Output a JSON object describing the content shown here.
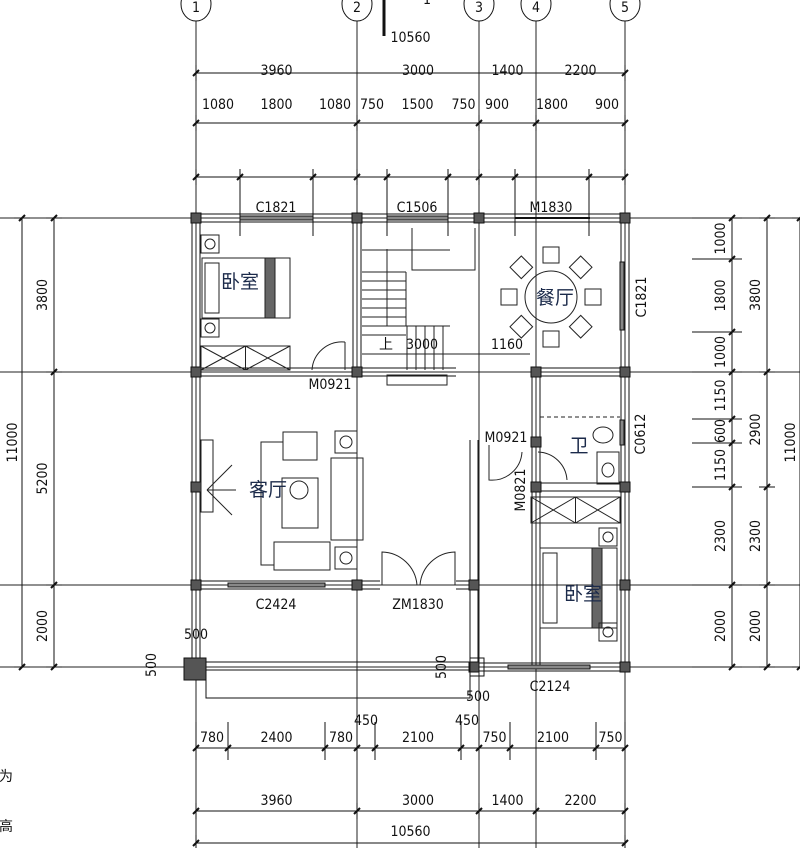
{
  "axes": [
    "1",
    "2",
    "3",
    "4",
    "5"
  ],
  "top_fragment": "1",
  "dimensions": {
    "top_total": [
      "10560"
    ],
    "top_axes": [
      "3960",
      "3000",
      "1400",
      "2200"
    ],
    "top_detail": [
      "1080",
      "1800",
      "1080",
      "750",
      "1500",
      "750",
      "900",
      "1800",
      "900"
    ],
    "bottom_detail": [
      "780",
      "2400",
      "780",
      "450",
      "2100",
      "450",
      "750",
      "2100",
      "750"
    ],
    "bottom_axes": [
      "3960",
      "3000",
      "1400",
      "2200"
    ],
    "bottom_total": [
      "10560"
    ],
    "left_total": [
      "11000"
    ],
    "left_axes": [
      "3800",
      "5200",
      "2000"
    ],
    "right_detail": [
      "1000",
      "1800",
      "1000",
      "1150",
      "600",
      "1150",
      "2300",
      "2000"
    ],
    "right_axes": [
      "3800",
      "2900",
      "2300",
      "2000"
    ],
    "right_total": [
      "11000"
    ],
    "interior": {
      "stair_run": "3000",
      "stair_gap": "1160",
      "porch_top": "500",
      "porch_left": "500",
      "porch_mid": "500",
      "porch_bottom": "500"
    }
  },
  "rooms": {
    "bedroom_1": "卧室",
    "dining": "餐厅",
    "living": "客厅",
    "bathroom": "卫",
    "bedroom_2": "卧室",
    "stair_up": "上"
  },
  "openings": {
    "c1821_top": "C1821",
    "c1506": "C1506",
    "m1830": "M1830",
    "c1821_right": "C1821",
    "m0921_bedroom": "M0921",
    "m0921_bath": "M0921",
    "m0821": "M0821",
    "c0612": "C0612",
    "c2424": "C2424",
    "zm1830": "ZM1830",
    "c2124": "C2124"
  },
  "side_notes": [
    "为",
    "高"
  ],
  "colors": {
    "line": "#111111",
    "column": "#555555",
    "room_text": "#1b2a4a"
  }
}
